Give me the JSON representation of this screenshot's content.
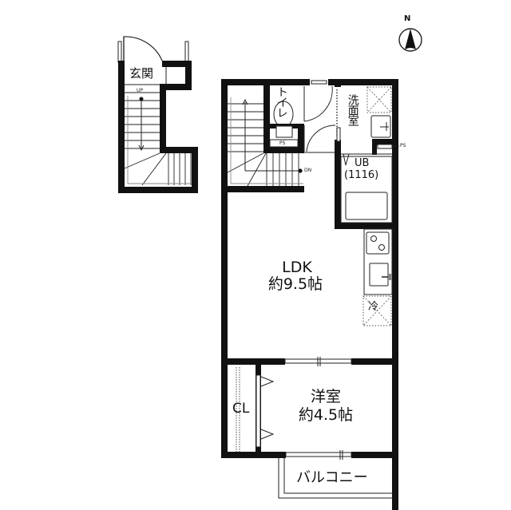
{
  "compass": {
    "label": "N",
    "icon": "north-arrow-icon"
  },
  "rooms": {
    "entrance": {
      "label": "玄関"
    },
    "stairs_entrance": {
      "label": "UP"
    },
    "stairs_main": {
      "label": "DN"
    },
    "toilet": {
      "label": "トイレ"
    },
    "washroom": {
      "label": "洗面室"
    },
    "bath": {
      "label": "UB",
      "size": "(1116)"
    },
    "ldk": {
      "label": "LDK",
      "area": "約9.5帖"
    },
    "western_room": {
      "label": "洋室",
      "area": "約4.5帖"
    },
    "closet": {
      "label": "CL"
    },
    "balcony": {
      "label": "バルコニー"
    },
    "ps_toilet": {
      "label": "PS"
    },
    "ps_wash": {
      "label": "PS"
    },
    "fridge": {
      "label": "冷"
    }
  },
  "colors": {
    "wall": "#111111",
    "line": "#222222",
    "bg": "#ffffff",
    "dotted": "#555555"
  }
}
